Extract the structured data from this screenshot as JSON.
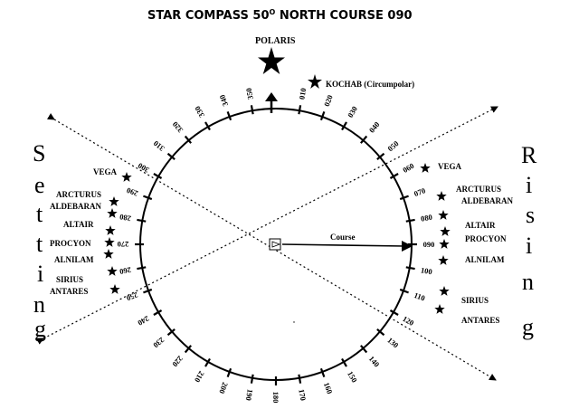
{
  "title": {
    "main": "STAR COMPASS 50",
    "sup": "O",
    "rest": " NORTH COURSE 090"
  },
  "course": {
    "label": "Course",
    "bearing_deg": 90
  },
  "compass": {
    "bearing_labels": [
      "010",
      "020",
      "030",
      "040",
      "050",
      "060",
      "070",
      "080",
      "090",
      "100",
      "110",
      "120",
      "130",
      "140",
      "150",
      "160",
      "170",
      "180",
      "190",
      "200",
      "210",
      "220",
      "230",
      "240",
      "250",
      "260",
      "270",
      "280",
      "290",
      "300",
      "310",
      "320",
      "330",
      "340",
      "350"
    ],
    "bearing_values": [
      10,
      20,
      30,
      40,
      50,
      60,
      70,
      80,
      90,
      100,
      110,
      120,
      130,
      140,
      150,
      160,
      170,
      180,
      190,
      200,
      210,
      220,
      230,
      240,
      250,
      260,
      270,
      280,
      290,
      300,
      310,
      320,
      330,
      340,
      350
    ]
  },
  "polaris": {
    "label": "POLARIS"
  },
  "kochab": {
    "label": "KOCHAB (Circumpolar)"
  },
  "rising": {
    "word": [
      "R",
      "i",
      "s",
      "i",
      "n",
      "g"
    ],
    "stars": [
      "VEGA",
      "ARCTURUS",
      "ALDEBARAN",
      "ALTAIR",
      "PROCYON",
      "ALNILAM",
      "SIRIUS",
      "ANTARES"
    ]
  },
  "setting": {
    "word": [
      "S",
      "e",
      "t",
      "t",
      "i",
      "n",
      "g"
    ],
    "stars": [
      "VEGA",
      "ARCTURUS",
      "ALDEBARAN",
      "ALTAIR",
      "PROCYON",
      "ALNILAM",
      "SIRIUS",
      "ANTARES"
    ]
  },
  "colors": {
    "ink": "#000000",
    "background": "#ffffff"
  }
}
